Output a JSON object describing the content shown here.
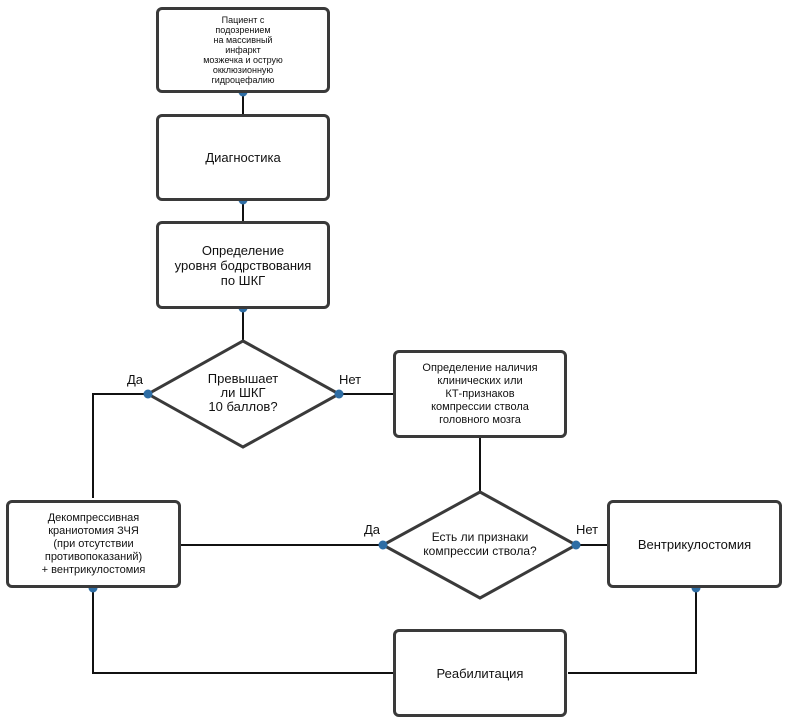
{
  "diagram": {
    "colors": {
      "stroke": "#3a3a3a",
      "connector": "#111111",
      "connector_dot": "#2e6da4",
      "background": "#ffffff"
    },
    "nodes": {
      "patient": "Пациент с\nподозрением\nна массивный\nинфаркт\nмозжечка и острую\nокклюзионную\nгидроцефалию",
      "diagnostics": "Диагностика",
      "gcs": "Определение\nуровня бодрствования\nпо ШКГ",
      "gcs_decision": "Превышает\nли ШКГ\n10 баллов?",
      "compression_check": "Определение наличия\nклинических или\nКТ-признаков\nкомпрессии ствола\nголовного мозга",
      "craniotomy": "Декомпрессивная\nкраниотомия ЗЧЯ\n(при отсутствии\nпротивопоказаний)\n+ вентрикулостомия",
      "compression_decision": "Есть ли признаки\nкомпрессии ствола?",
      "ventriculostomy": "Вентрикулостомия",
      "rehab": "Реабилитация"
    },
    "edge_labels": {
      "gcs_yes": "Да",
      "gcs_no": "Нет",
      "compression_yes": "Да",
      "compression_no": "Нет"
    }
  }
}
